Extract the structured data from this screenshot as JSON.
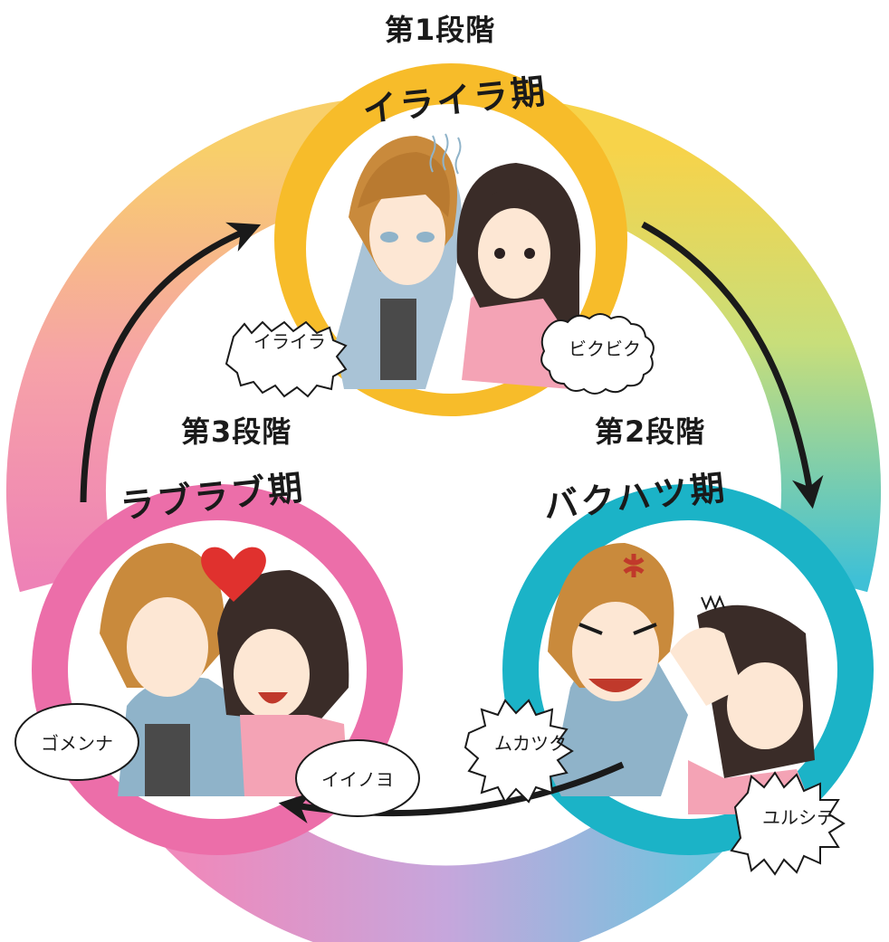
{
  "stages": [
    {
      "step": "第1段階",
      "name": "イライラ期",
      "ring_color": "#f7bc2a",
      "bubbles": [
        "イライラ",
        "ビクビク"
      ]
    },
    {
      "step": "第2段階",
      "name": "バクハツ期",
      "ring_color": "#1bb3c7",
      "bubbles": [
        "ムカツク",
        "ユルシテ"
      ]
    },
    {
      "step": "第3段階",
      "name": "ラブラブ期",
      "ring_color": "#ec6ea9",
      "bubbles": [
        "ゴメンナ",
        "イイノヨ"
      ]
    }
  ],
  "icons": [
    "heart-icon",
    "anger-mark-icon",
    "cycle-arrow-icon"
  ]
}
